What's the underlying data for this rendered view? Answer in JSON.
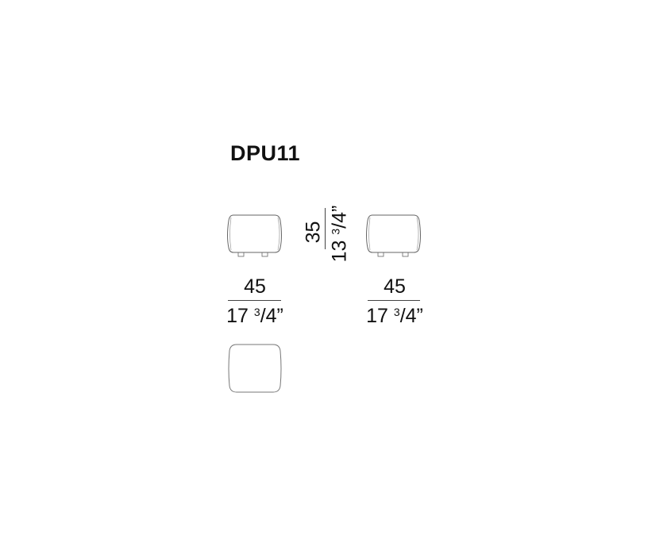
{
  "title": "DPU11",
  "dimensions": {
    "width_front": {
      "cm": "45",
      "inch_whole": "17",
      "inch_frac": "3",
      "inch_rest": "/4”"
    },
    "width_side": {
      "cm": "45",
      "inch_whole": "17",
      "inch_frac": "3",
      "inch_rest": "/4”"
    },
    "height": {
      "cm": "35",
      "inch_whole": "13",
      "inch_frac": "3",
      "inch_rest": "/4”"
    }
  },
  "colors": {
    "line": "#555555",
    "text": "#111111"
  }
}
